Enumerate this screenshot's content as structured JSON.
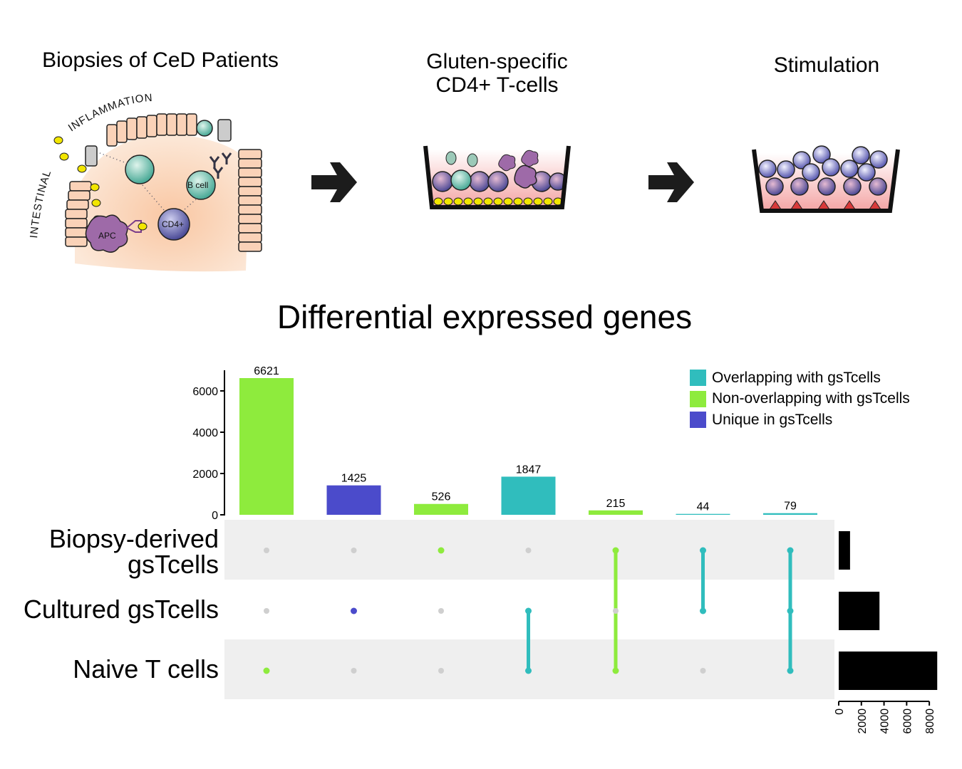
{
  "panels": {
    "biopsy_title": "Biopsies of CeD Patients",
    "gluten_title_line1": "Gluten-specific",
    "gluten_title_line2": "CD4+ T-cells",
    "stimulation_title": "Stimulation",
    "curved_label_1": "INFLAMMATION",
    "curved_label_2": "INTESTINAL",
    "cell_label_bcell": "B cell",
    "cell_label_cd4": "CD4+",
    "cell_label_apc": "APC"
  },
  "colors": {
    "overlapping": "#30BDBD",
    "non_overlapping": "#8EEB3D",
    "unique": "#4B4BCB",
    "dot_inactive": "#CFCFCF",
    "matrix_band": "#EFEFEF"
  },
  "chart_data": {
    "type": "bar",
    "title": "Differential expressed  genes",
    "legend": {
      "position": "top-right",
      "entries": [
        {
          "label": "Overlapping with gsTcells",
          "color": "#30BDBD"
        },
        {
          "label": "Non-overlapping with gsTcells",
          "color": "#8EEB3D"
        },
        {
          "label": "Unique in gsTcells",
          "color": "#4B4BCB"
        }
      ]
    },
    "intersections": [
      {
        "value": 6621,
        "group": "Non-overlapping with gsTcells",
        "members": [
          2
        ]
      },
      {
        "value": 1425,
        "group": "Unique in gsTcells",
        "members": [
          1
        ]
      },
      {
        "value": 526,
        "group": "Non-overlapping with gsTcells",
        "members": [
          0
        ]
      },
      {
        "value": 1847,
        "group": "Overlapping with gsTcells",
        "members": [
          1,
          2
        ]
      },
      {
        "value": 215,
        "group": "Non-overlapping with gsTcells",
        "members": [
          0,
          2
        ]
      },
      {
        "value": 44,
        "group": "Overlapping with gsTcells",
        "members": [
          0,
          1
        ]
      },
      {
        "value": 79,
        "group": "Overlapping with gsTcells",
        "members": [
          0,
          1,
          2
        ]
      }
    ],
    "ylim": [
      0,
      7000
    ],
    "yticks": [
      0,
      2000,
      4000,
      6000
    ],
    "sets": [
      {
        "line1": "Biopsy-derived",
        "line2": "gsTcells",
        "size": 1000
      },
      {
        "line1": "Cultured gsTcells",
        "line2": "",
        "size": 3600
      },
      {
        "line1": "Naive T cells",
        "line2": "",
        "size": 8700
      }
    ],
    "set_size_xlim": [
      0,
      9000
    ],
    "set_size_ticks": [
      0,
      2000,
      4000,
      6000,
      8000
    ]
  }
}
